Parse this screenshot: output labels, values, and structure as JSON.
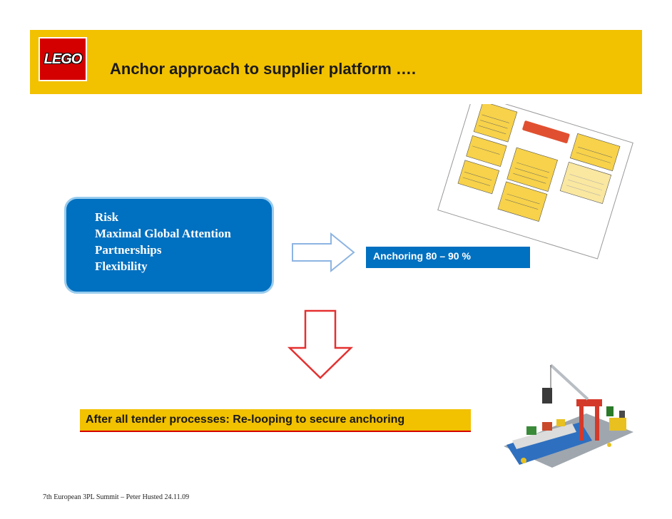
{
  "header": {
    "logo_text": "LEGO",
    "title": "Anchor approach to supplier platform …."
  },
  "box": {
    "items": [
      "Risk",
      "Maximal Global Attention",
      "Partnerships",
      "Flexibility"
    ]
  },
  "anchoring_label": "Anchoring 80 – 90 %",
  "relooping_label": "After all tender processes: Re-looping to secure anchoring",
  "footer": "7th European 3PL Summit – Peter Husted 24.11.09",
  "colors": {
    "banner": "#f2c100",
    "box_blue": "#0070c0",
    "arrow_red": "#e53030",
    "arrow_blue": "#8db4e2"
  },
  "icons": [
    "lego-logo",
    "right-arrow-icon",
    "down-arrow-icon",
    "supplier-diagram-image",
    "lego-harbor-image"
  ]
}
